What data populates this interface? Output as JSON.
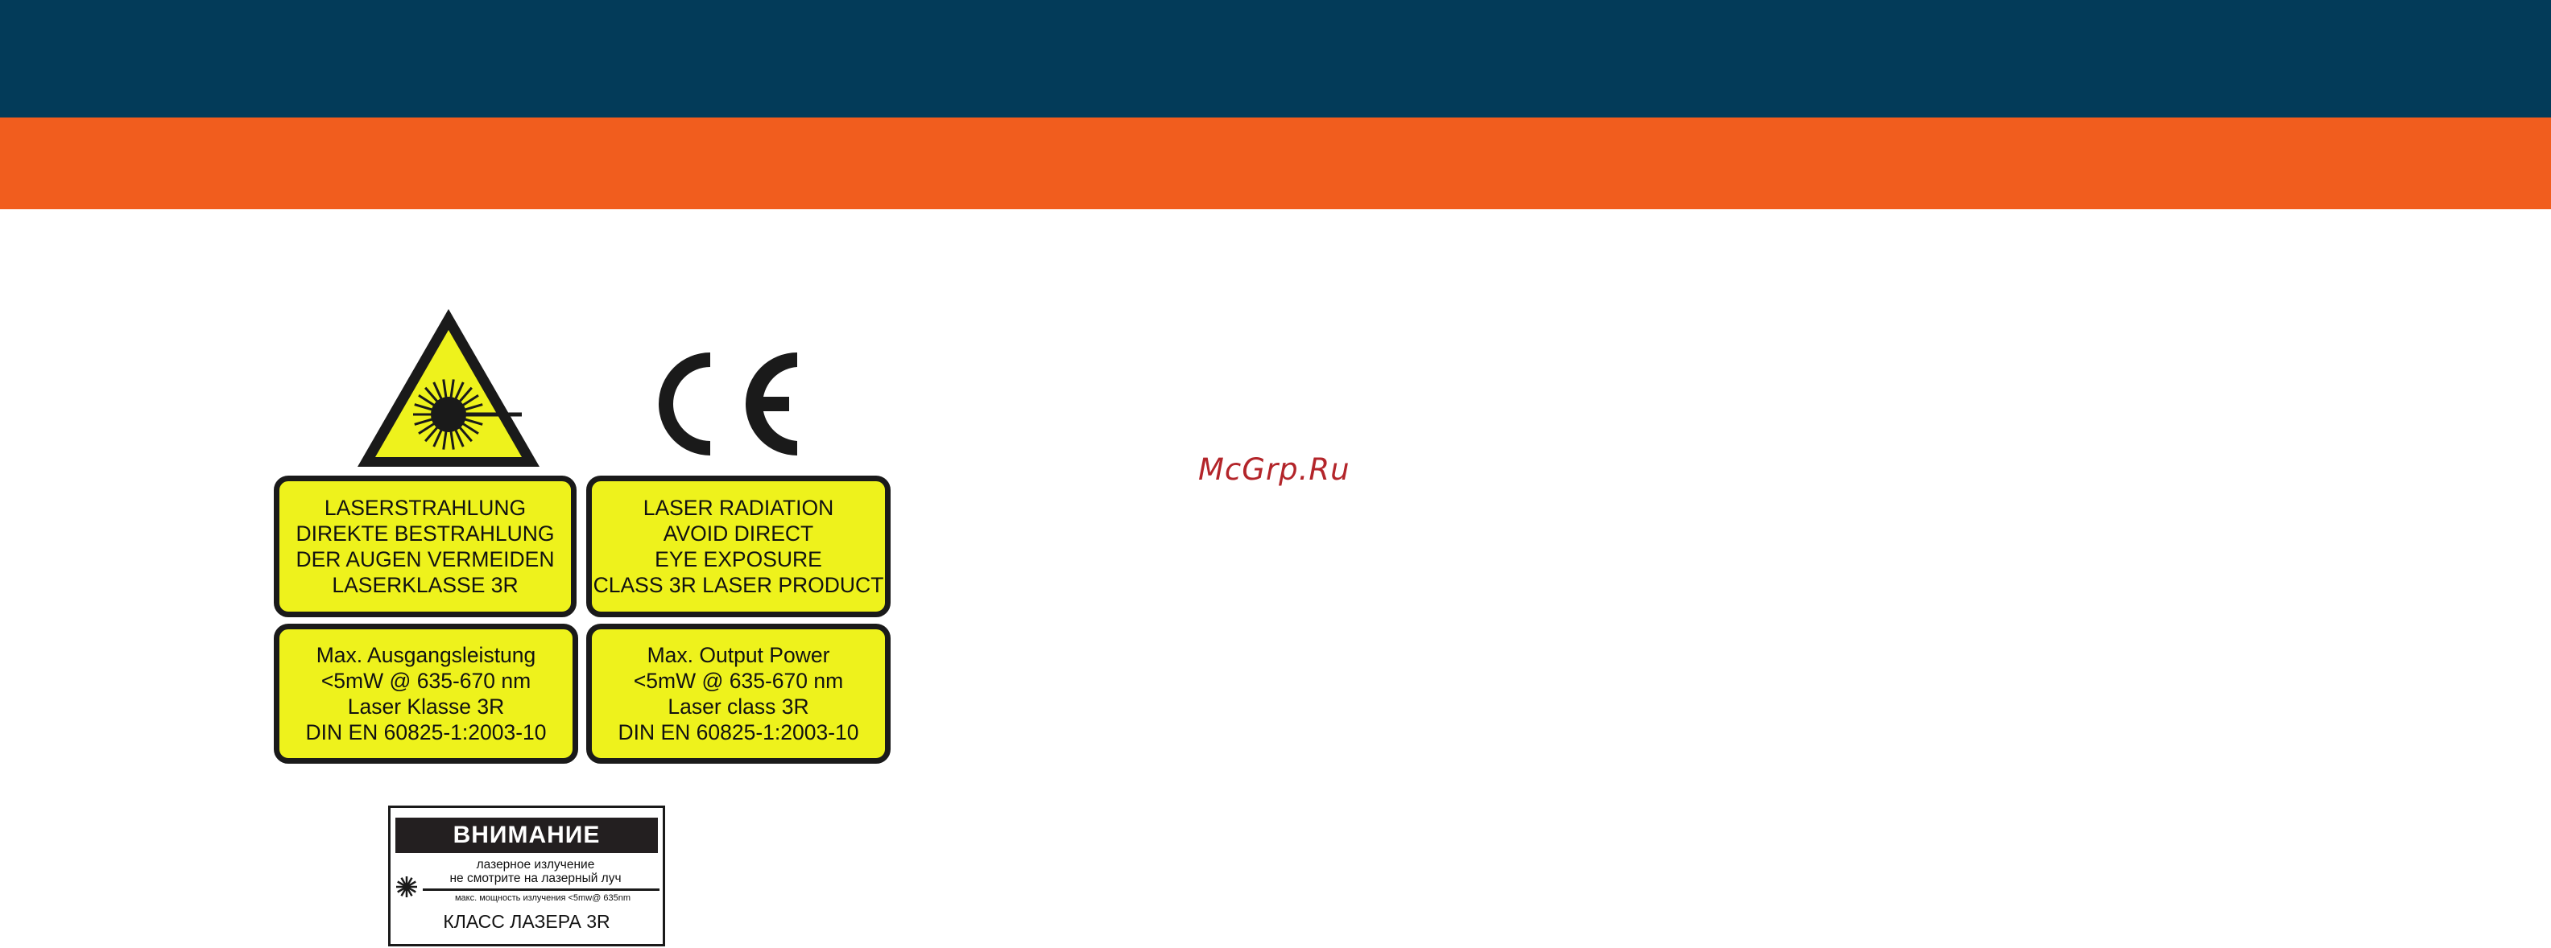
{
  "colors": {
    "navy": "#033b59",
    "orange": "#f15d1e",
    "sign_yellow": "#eef21c",
    "watermark": "#b3252a",
    "label_black": "#231f20"
  },
  "watermark": {
    "text": "McGrp.Ru"
  },
  "icons": {
    "warning": "laser-warning-triangle-icon",
    "ce": "ce-mark-icon",
    "laser_star": "laser-starburst-icon"
  },
  "signs": {
    "de_radiation": [
      "LASERSTRAHLUNG",
      "DIREKTE BESTRAHLUNG",
      "DER AUGEN VERMEIDEN",
      "LASERKLASSE 3R"
    ],
    "en_radiation": [
      "LASER RADIATION",
      "AVOID DIRECT",
      "EYE EXPOSURE",
      "CLASS 3R LASER PRODUCT"
    ],
    "de_power": [
      "Max. Ausgangsleistung",
      "<5mW @ 635-670 nm",
      "Laser Klasse 3R",
      "DIN EN 60825-1:2003-10"
    ],
    "en_power": [
      "Max. Output Power",
      "<5mW @ 635-670 nm",
      "Laser class 3R",
      "DIN EN 60825-1:2003-10"
    ]
  },
  "ru_label": {
    "header": "ВНИМАНИЕ",
    "line1": "лазерное излучение",
    "line2": "не смотрите на лазерный луч",
    "power": "макс. мощность излучения <5mw@ 635nm",
    "class": "КЛАСС ЛАЗЕРА  3R"
  }
}
